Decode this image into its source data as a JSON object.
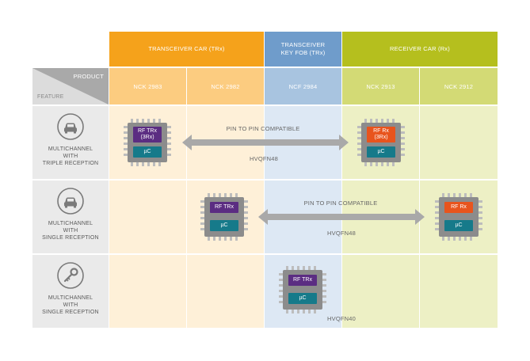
{
  "header": {
    "groups": [
      {
        "label": "TRANSCEIVER CAR (TRx)"
      },
      {
        "label_line1": "TRANSCEIVER",
        "label_line2": "KEY FOB (TRx)"
      },
      {
        "label": "RECEIVER CAR (Rx)"
      }
    ],
    "corner": {
      "product_label": "PRODUCT",
      "feature_label": "FEATURE"
    },
    "products": [
      "NCK 2983",
      "NCK 2982",
      "NCF 2984",
      "NCK 2913",
      "NCK 2912"
    ]
  },
  "rows": [
    {
      "icon": "car-icon",
      "feature_line1": "MULTICHANNEL",
      "feature_line2": "WITH",
      "feature_line3": "TRIPLE RECEPTION",
      "compat_label": "PIN TO PIN COMPATIBLE",
      "package_label": "HVQFN48"
    },
    {
      "icon": "car-icon",
      "feature_line1": "MULTICHANNEL",
      "feature_line2": "WITH",
      "feature_line3": "SINGLE RECEPTION",
      "compat_label": "PIN TO PIN COMPATIBLE",
      "package_label": "HVQFN48"
    },
    {
      "icon": "key-icon",
      "feature_line1": "MULTICHANNEL",
      "feature_line2": "WITH",
      "feature_line3": "SINGLE RECEPTION",
      "package_label": "HVQFN40"
    }
  ],
  "chips": {
    "rf_trx_3rx_line1": "RF TRx",
    "rf_trx_3rx_line2": "(3Rx)",
    "rf_rx_3rx_line1": "RF Rx",
    "rf_rx_3rx_line2": "(3Rx)",
    "rf_trx": "RF TRx",
    "rf_rx": "RF Rx",
    "uc": "µC"
  },
  "colors": {
    "orange": "#f5a21b",
    "orange_light": "#fccc80",
    "orange_pale": "#fef0d8",
    "blue": "#6f9ccb",
    "blue_light": "#a8c4e0",
    "blue_pale": "#dde8f4",
    "green": "#b5bf1e",
    "green_light": "#d3da75",
    "green_pale": "#edf0c5",
    "gray": "#a9a9a9",
    "gray_light": "#dcdcdc",
    "purple": "#5b2d82",
    "red_orange": "#e8541d",
    "teal": "#167a8a"
  }
}
